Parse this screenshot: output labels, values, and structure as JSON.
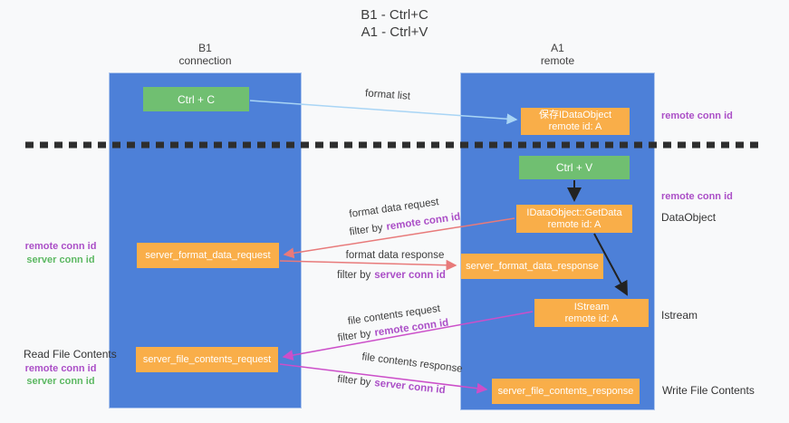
{
  "title": {
    "line1": "B1 - Ctrl+C",
    "line2": "A1 - Ctrl+V"
  },
  "columns": {
    "b1": {
      "name": "B1",
      "subtitle": "connection"
    },
    "a1": {
      "name": "A1",
      "subtitle": "remote"
    }
  },
  "nodes": {
    "ctrl_c": {
      "label": "Ctrl + C"
    },
    "save_dataobject": {
      "line1": "保存IDataObject",
      "line2": "remote id: A"
    },
    "ctrl_v": {
      "label": "Ctrl + V"
    },
    "getdata": {
      "line1": "IDataObject::GetData",
      "line2": "remote id: A"
    },
    "format_request": {
      "label": "server_format_data_request"
    },
    "format_response": {
      "label": "server_format_data_response"
    },
    "istream": {
      "line1": "IStream",
      "line2": "remote id: A"
    },
    "file_request": {
      "label": "server_file_contents_request"
    },
    "file_response": {
      "label": "server_file_contents_response"
    }
  },
  "edges": {
    "format_list": "format list",
    "format_data_request": "format data request",
    "format_data_response": "format data response",
    "file_contents_request": "file contents request",
    "file_contents_response": "file contents response",
    "filter_by": "filter by",
    "remote_conn_id": "remote conn id",
    "server_conn_id": "server conn id"
  },
  "annotations": {
    "right_remote_top": "remote conn id",
    "right_remote_mid": "remote conn id",
    "dataobject": "DataObject",
    "istream": "Istream",
    "write_file_contents": "Write File Contents",
    "read_file_contents": "Read File Contents",
    "left_remote": "remote conn id",
    "left_server": "server conn id"
  },
  "colors": {
    "column_blue": "#4d80d8",
    "node_orange": "#f9ae49",
    "node_green": "#70bf71",
    "arrow_lightblue": "#a9d5f5",
    "arrow_salmon": "#e87a7a",
    "arrow_magenta": "#cc4fc9",
    "arrow_black": "#222222",
    "label_purple": "#ab4fc7",
    "label_green": "#5cb862",
    "dashed_divider": "#2e2e2e"
  }
}
